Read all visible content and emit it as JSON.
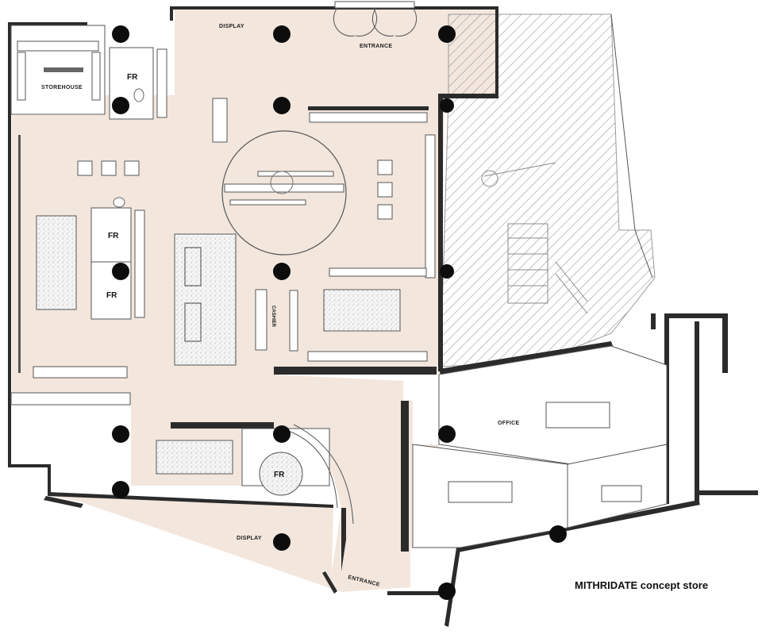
{
  "title": "MITHRIDATE  concept store",
  "labels": {
    "display_top": "DISPLAY",
    "entrance_top": "ENTRANCE",
    "storehouse": "STOREHOUSE",
    "fr": "FR",
    "cashier": "CASHIER",
    "office": "OFFICE",
    "display_bottom": "DISPLAY",
    "entrance_bottom": "ENTRANCE"
  },
  "colors": {
    "floor": "#f3e6dd",
    "wall": "#2b2b2b",
    "column": "#0d0d0d",
    "hatch": "#8a8a8a"
  }
}
